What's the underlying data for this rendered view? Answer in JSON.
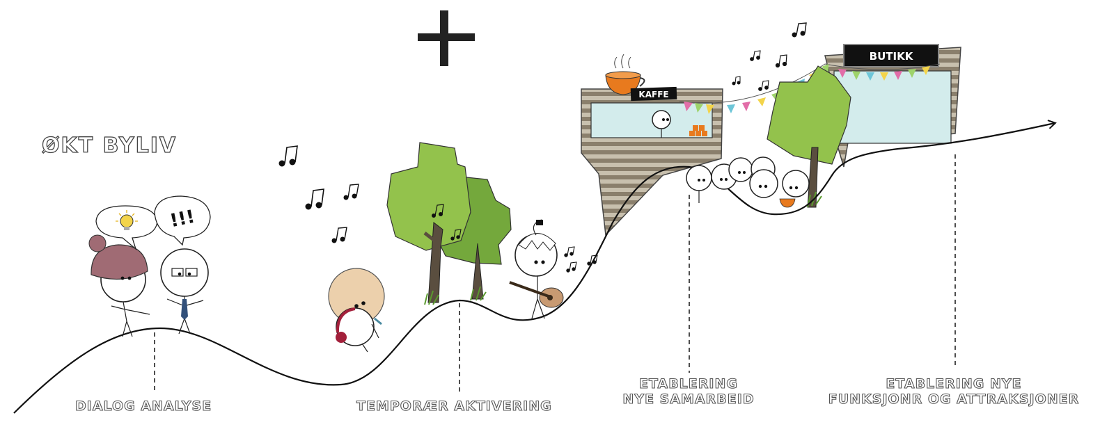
{
  "title": "ØKT BYLIV",
  "plus_symbol": "+",
  "stages": [
    {
      "label_lines": [
        "DIALOG ANALYSE"
      ]
    },
    {
      "label_lines": [
        "TEMPORÆR AKTIVERING"
      ]
    },
    {
      "label_lines": [
        "ETABLERING",
        "NYE SAMARBEID"
      ]
    },
    {
      "label_lines": [
        "ETABLERING NYE",
        "FUNKSJONR OG ATTRAKSJONER"
      ]
    }
  ],
  "signs": {
    "kaffe": "KAFFE",
    "butikk": "BUTIKK"
  },
  "speech_bubble_text": "!!!",
  "colors": {
    "curve": "#111111",
    "tree_light": "#93c24c",
    "tree_dark": "#74a83c",
    "trunk": "#5a4e3f",
    "wood_stripe_a": "#8a7f6c",
    "wood_stripe_b": "#c8c0ae",
    "window": "#d3ecec",
    "hat": "#a06b74",
    "coffee": "#e87a1e",
    "bunting": [
      "#e26da8",
      "#9ed36b",
      "#f3d44a",
      "#6ec6d8"
    ]
  }
}
